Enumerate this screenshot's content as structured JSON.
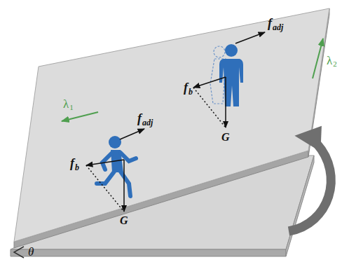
{
  "diagram": {
    "labels": [
      "f",
      "adj",
      "f",
      "b",
      "G",
      "λ",
      "2",
      "λ",
      "1",
      "f",
      "adj",
      "f",
      "b",
      "G",
      "θ"
    ]
  }
}
